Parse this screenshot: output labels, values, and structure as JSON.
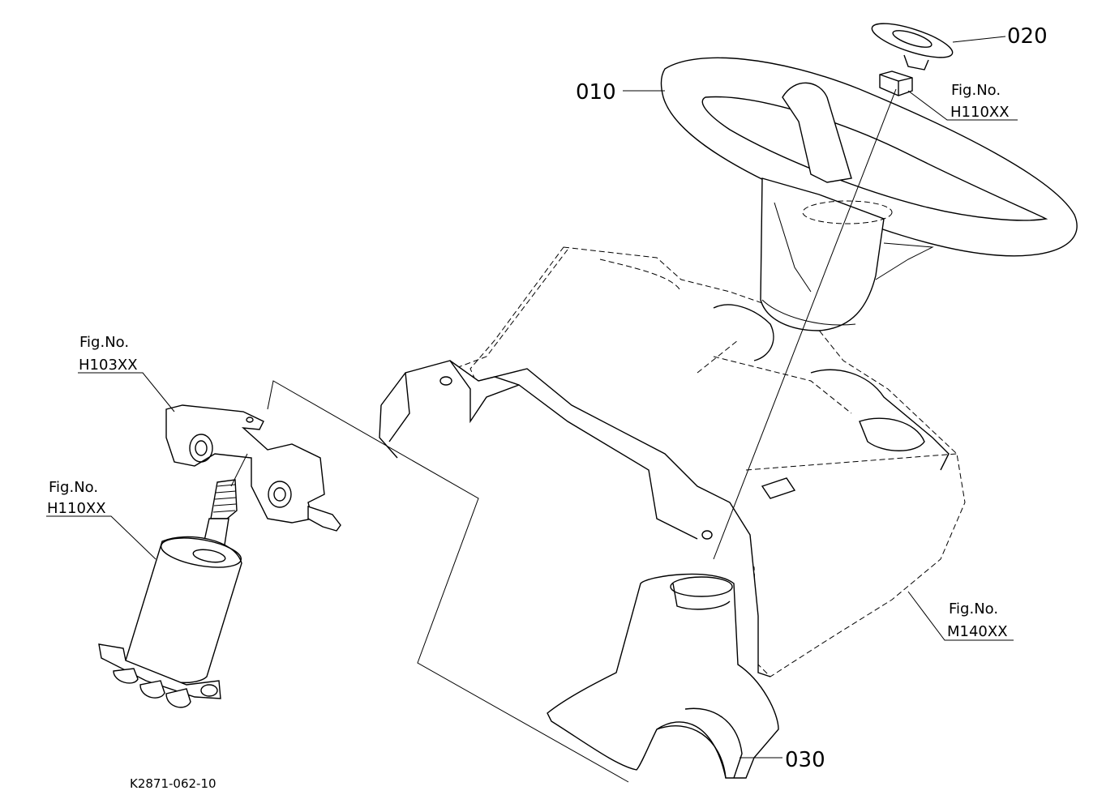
{
  "callouts": {
    "p010": "010",
    "p020": "020",
    "p030": "030"
  },
  "refs": {
    "fig_label": "Fig.No.",
    "h110_top": "H110XX",
    "h103": "H103XX",
    "h110_left": "H110XX",
    "m140": "M140XX"
  },
  "drawing_code": "K2871-062-10"
}
